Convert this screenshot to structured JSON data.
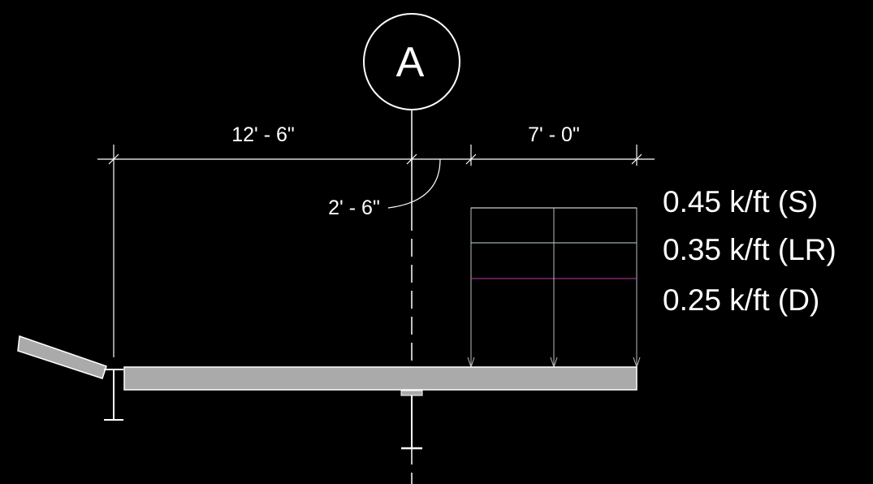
{
  "grid": {
    "label": "A"
  },
  "dimensions": {
    "left_span": "12' - 6\"",
    "right_span": "7' - 0\"",
    "offset": "2' - 6\""
  },
  "loads": [
    {
      "label": "0.45 k/ft (S)",
      "color": "#ffffff"
    },
    {
      "label": "0.35 k/ft (LR)",
      "color": "#b8e0c8"
    },
    {
      "label": "0.25 k/ft (D)",
      "color": "#c23ca8"
    }
  ],
  "colors": {
    "background": "#000000",
    "linework": "#ffffff",
    "slab": "#aaaaaa"
  }
}
